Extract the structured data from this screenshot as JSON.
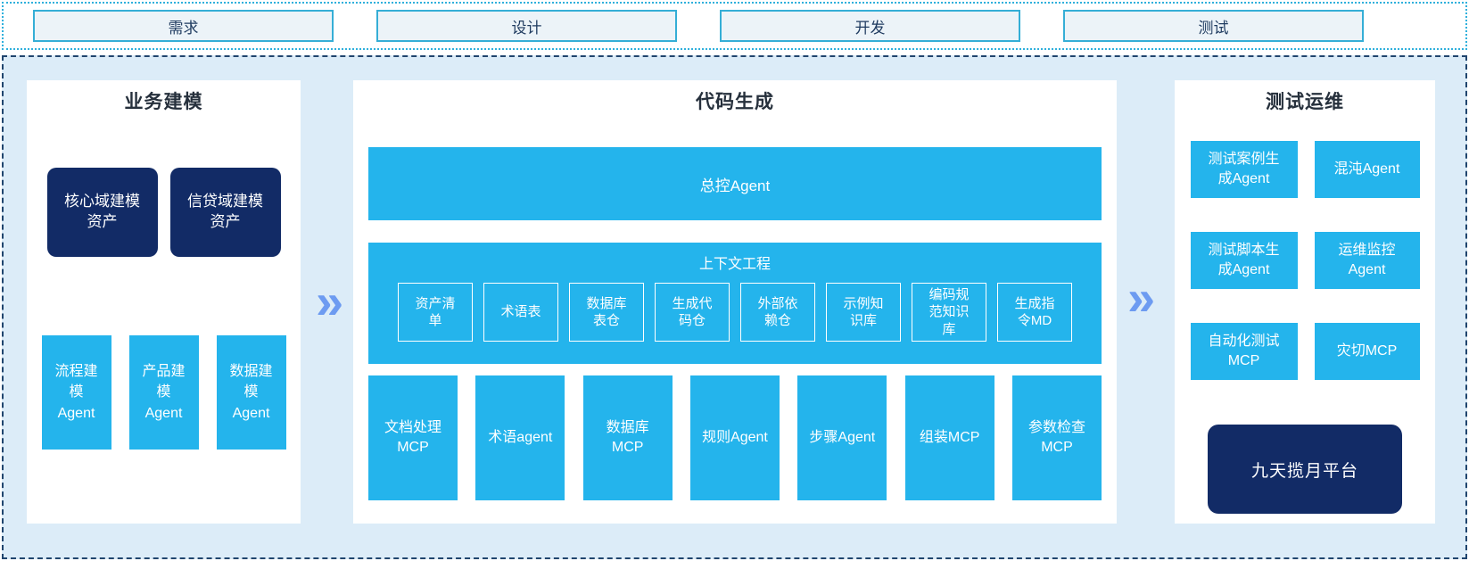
{
  "colors": {
    "cyan": "#24b4ec",
    "navy": "#122b66",
    "arrow_blue": "#6d9bf1",
    "container_bg": "#dcecf8",
    "container_dashed_border": "#20456e",
    "phase_strip_dotted_border": "#2fb0dc",
    "phase_box_fill": "#ecf3f8",
    "phase_box_border": "#35aed6",
    "panel_bg": "#ffffff",
    "title_text": "#26303c"
  },
  "phases": [
    {
      "label": "需求"
    },
    {
      "label": "设计"
    },
    {
      "label": "开发"
    },
    {
      "label": "测试"
    }
  ],
  "arrow_glyph": "»",
  "business_modeling": {
    "title": "业务建模",
    "assets": [
      {
        "label": "核心域建模资产"
      },
      {
        "label": "信贷域建模资产"
      }
    ],
    "agents": [
      {
        "label": "流程建模Agent"
      },
      {
        "label": "产品建模Agent"
      },
      {
        "label": "数据建模Agent"
      }
    ]
  },
  "code_generation": {
    "title": "代码生成",
    "master_agent": "总控Agent",
    "context_engineering": {
      "title": "上下文工程",
      "items": [
        "资产清单",
        "术语表",
        "数据库表仓",
        "生成代码仓",
        "外部依赖仓",
        "示例知识库",
        "编码规范知识库",
        "生成指令MD"
      ]
    },
    "tools": [
      "文档处理MCP",
      "术语agent",
      "数据库MCP",
      "规则Agent",
      "步骤Agent",
      "组装MCP",
      "参数检查MCP"
    ]
  },
  "test_ops": {
    "title": "测试运维",
    "items": [
      "测试案例生成Agent",
      "混沌Agent",
      "测试脚本生成Agent",
      "运维监控Agent",
      "自动化测试MCP",
      "灾切MCP"
    ],
    "platform": "九天揽月平台"
  }
}
